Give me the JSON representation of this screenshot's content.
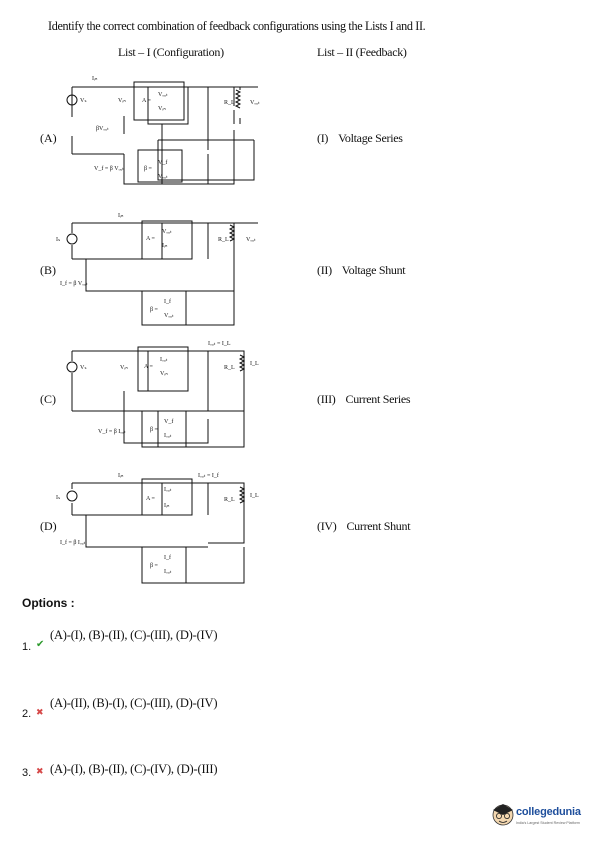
{
  "question": "Identify the correct combination of feedback configurations using the Lists I and II.",
  "list1_header": "List – I (Configuration)",
  "list2_header": "List – II (Feedback)",
  "rows": [
    {
      "label": "(A)",
      "num": "(I)",
      "feedback": "Voltage Series"
    },
    {
      "label": "(B)",
      "num": "(II)",
      "feedback": "Voltage Shunt"
    },
    {
      "label": "(C)",
      "num": "(III)",
      "feedback": "Current Series"
    },
    {
      "label": "(D)",
      "num": "(IV)",
      "feedback": "Current Shunt"
    }
  ],
  "circuits": {
    "a": {
      "i_in": "Iᵢₙ",
      "v_s": "Vₛ",
      "v_in": "Vᵢₙ",
      "a_num": "Vₒᵤₜ",
      "a_den": "Vᵢₙ",
      "beta_vout": "βVₒᵤₜ",
      "vf_eq": "V_f = β Vₒᵤₜ",
      "b_num": "V_f",
      "b_den": "Vₒᵤₜ",
      "rl": "R_L",
      "v_out": "Vₒᵤₜ"
    },
    "b": {
      "i_in": "Iᵢₙ",
      "i_s": "Iₛ",
      "a_num": "Vₒᵤₜ",
      "a_den": "Iᵢₙ",
      "if_eq": "I_f = β Vₒᵤₜ",
      "b_num": "I_f",
      "b_den": "Vₒᵤₜ",
      "rl": "R_L",
      "v_out": "Vₒᵤₜ"
    },
    "c": {
      "iout_eq": "Iₒᵤₜ = I_L",
      "v_s": "Vₛ",
      "v_in": "Vᵢₙ",
      "a_num": "Iₒᵤₜ",
      "a_den": "Vᵢₙ",
      "vf_eq": "V_f = β Iₒᵤₜ",
      "b_num": "V_f",
      "b_den": "Iₒᵤₜ",
      "rl": "R_L",
      "i_l": "I_L"
    },
    "d": {
      "i_in": "Iᵢₙ",
      "iout_eq": "Iₒᵤₜ = I_f",
      "i_s": "Iₛ",
      "a_num": "Iₒᵤₜ",
      "a_den": "Iᵢₙ",
      "if_eq": "I_f = β Iₒᵤₜ",
      "b_num": "I_f",
      "b_den": "Iₒᵤₜ",
      "rl": "R_L",
      "i_l": "I_L"
    },
    "a_eq": "A =",
    "beta_eq": "β ="
  },
  "options_title": "Options :",
  "options": [
    {
      "num": "1.",
      "mark": "✔",
      "status": "correct",
      "text": "(A)-(I), (B)-(II), (C)-(III), (D)-(IV)"
    },
    {
      "num": "2.",
      "mark": "✖",
      "status": "wrong",
      "text": "(A)-(II), (B)-(I), (C)-(III), (D)-(IV)"
    },
    {
      "num": "3.",
      "mark": "✖",
      "status": "wrong",
      "text": "(A)-(I), (B)-(II), (C)-(IV), (D)-(III)"
    }
  ],
  "logo": {
    "name": "collegedunia",
    "tagline": "India's Largest Student Review Platform"
  },
  "colors": {
    "correct": "#2d9a2d",
    "wrong": "#d64848",
    "logo": "#1f4f9c"
  }
}
